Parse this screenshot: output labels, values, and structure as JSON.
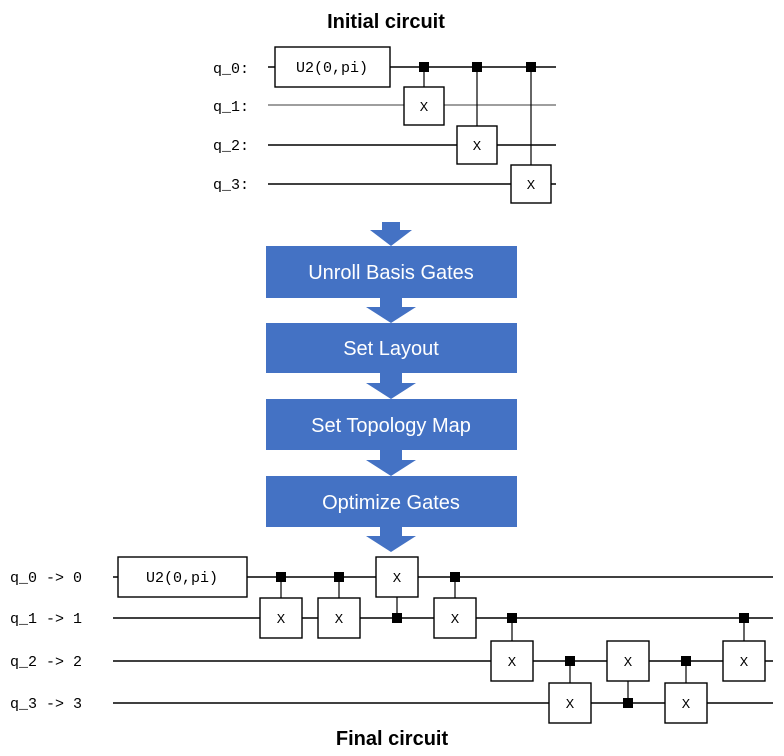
{
  "initial": {
    "title": "Initial circuit",
    "qubits": [
      "q_0:",
      "q_1:",
      "q_2:",
      "q_3:"
    ],
    "u2_label": "U2(0,pi)",
    "cx_label": "X"
  },
  "pipeline": {
    "steps": [
      "Unroll Basis Gates",
      "Set Layout",
      "Set Topology Map",
      "Optimize Gates"
    ],
    "color": "#4472c4"
  },
  "final": {
    "title": "Final circuit",
    "qubits": [
      "q_0 -> 0",
      "q_1 -> 1",
      "q_2 -> 2",
      "q_3 -> 3"
    ],
    "u2_label": "U2(0,pi)",
    "cx_label": "X"
  }
}
